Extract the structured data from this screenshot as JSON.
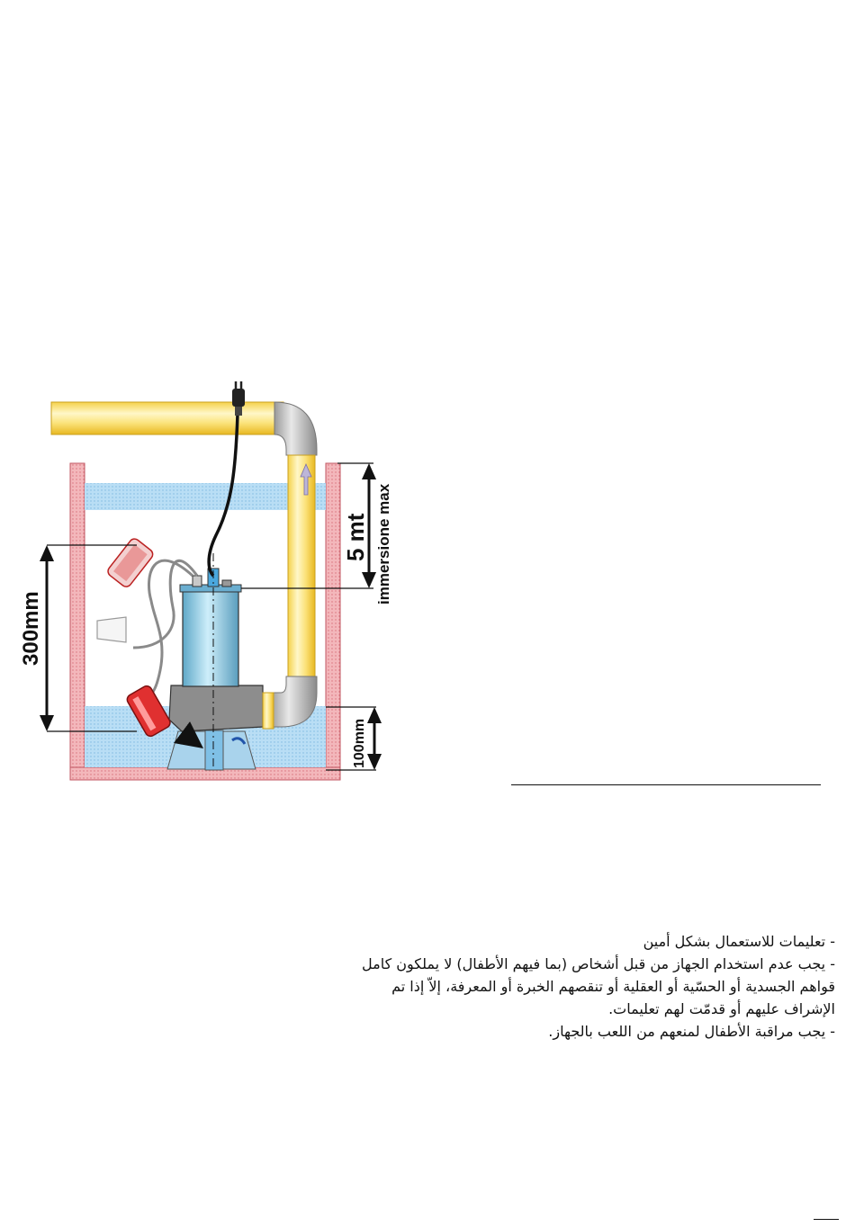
{
  "diagram": {
    "depth_label": "5 mt",
    "immersion_label": "immersione max",
    "float_range_label": "300mm",
    "bottom_gap_label": "100mm"
  },
  "safety": {
    "lines": [
      "- تعليمات للاستعمال بشكل أمين",
      "- يجب عدم استخدام الجهاز من قبل أشخاص (بما فيهم الأطفال) لا يملكون كامل",
      "قواهم الجسدية أو الحسّية أو العقلية أو تنقصهم الخبرة أو المعرفة، إلاّ إذا تم",
      "الإشراف عليهم أو قدمّت لهم تعليمات.",
      "- يجب مراقبة الأطفال لمنعهم من اللعب بالجهاز."
    ]
  },
  "colors": {
    "pipe_yellow": "#f7e37a",
    "pipe_grey": "#c8c8c8",
    "tank_wall": "#e89aa0",
    "water": "#a8d4f0",
    "pump_body": "#9fd6ea",
    "pump_base": "#8c8c8c",
    "float_red": "#e03030"
  },
  "icons": [
    "plug-icon",
    "flow-arrow-icon",
    "float-switch-icon"
  ]
}
